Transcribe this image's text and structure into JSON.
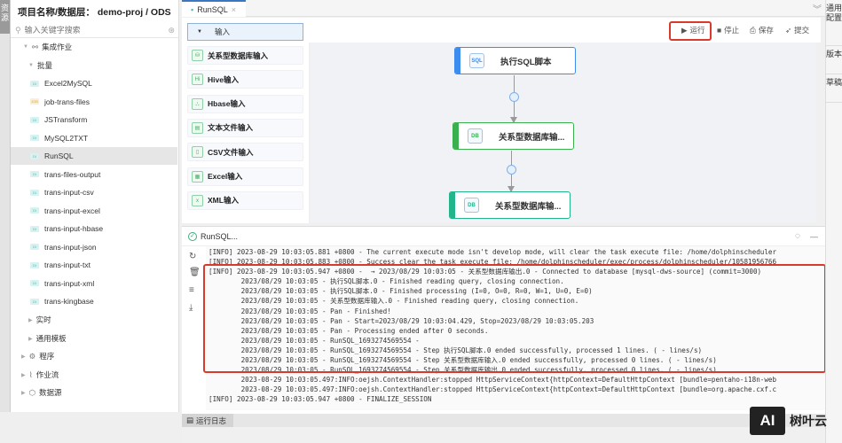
{
  "left_rail": {
    "label": "资源"
  },
  "sidebar": {
    "title": "项目名称/数据层： demo-proj / ODS",
    "search_placeholder": "输入关键字搜索",
    "groups": {
      "integration": "集成作业",
      "batch": "批量",
      "realtime": "实时",
      "templates": "通用模板",
      "program": "程序",
      "workflow": "作业流",
      "datasource": "数据源"
    },
    "items": [
      {
        "label": "Excel2MySQL",
        "type": "DI"
      },
      {
        "label": "job-trans-files",
        "type": "JOB"
      },
      {
        "label": "JSTransform",
        "type": "DI"
      },
      {
        "label": "MySQL2TXT",
        "type": "DI"
      },
      {
        "label": "RunSQL",
        "type": "DI",
        "selected": true
      },
      {
        "label": "trans-files-output",
        "type": "DI"
      },
      {
        "label": "trans-input-csv",
        "type": "DI"
      },
      {
        "label": "trans-input-excel",
        "type": "DI"
      },
      {
        "label": "trans-input-hbase",
        "type": "DI"
      },
      {
        "label": "trans-input-json",
        "type": "DI"
      },
      {
        "label": "trans-input-txt",
        "type": "DI"
      },
      {
        "label": "trans-input-xml",
        "type": "DI"
      },
      {
        "label": "trans-kingbase",
        "type": "DI"
      }
    ]
  },
  "tabs": [
    {
      "label": "RunSQL",
      "closable": true
    }
  ],
  "toolbar": {
    "run": "运行",
    "stop": "停止",
    "save": "保存",
    "submit": "提交",
    "highlight_color": "#d93a2b"
  },
  "palette": {
    "header": "输入",
    "items": [
      {
        "label": "关系型数据库输入",
        "icon": "database-icon"
      },
      {
        "label": "Hive输入",
        "icon": "hive-icon"
      },
      {
        "label": "Hbase输入",
        "icon": "hbase-icon"
      },
      {
        "label": "文本文件输入",
        "icon": "text-file-icon"
      },
      {
        "label": "CSV文件输入",
        "icon": "csv-file-icon"
      },
      {
        "label": "Excel输入",
        "icon": "excel-icon"
      },
      {
        "label": "XML输入",
        "icon": "xml-icon"
      }
    ]
  },
  "canvas": {
    "nodes": [
      {
        "label": "执行SQL脚本",
        "color": "#3d8df0",
        "icon": "SQL"
      },
      {
        "label": "关系型数据库输...",
        "color": "#3bb04f",
        "icon": "DB"
      },
      {
        "label": "关系型数据库输...",
        "color": "#22b48a",
        "icon": "DB"
      }
    ]
  },
  "log_panel": {
    "title": "RunSQL...",
    "footer_tab": "运行日志",
    "lines": [
      "[INFO] 2023-08-29 10:03:05.881 +0800 - The current execute mode isn't develop mode, will clear the task execute file: /home/dolphinscheduler",
      "[INFO] 2023-08-29 10:03:05.883 +0800 - Success clear the task execute file: /home/dolphinscheduler/exec/process/dolphinscheduler/10581956766",
      "[INFO] 2023-08-29 10:03:05.947 +0800 -  → 2023/08/29 10:03:05 - 关系型数据库输出.0 - Connected to database [mysql-dws-source] (commit=3000)",
      "        2023/08/29 10:03:05 - 执行SQL脚本.0 - Finished reading query, closing connection.",
      "        2023/08/29 10:03:05 - 执行SQL脚本.0 - Finished processing (I=0, O=0, R=0, W=1, U=0, E=0)",
      "        2023/08/29 10:03:05 - 关系型数据库输入.0 - Finished reading query, closing connection.",
      "        2023/08/29 10:03:05 - Pan - Finished!",
      "        2023/08/29 10:03:05 - Pan - Start=2023/08/29 10:03:04.429, Stop=2023/08/29 10:03:05.203",
      "        2023/08/29 10:03:05 - Pan - Processing ended after 0 seconds.",
      "        2023/08/29 10:03:05 - RunSQL_1693274569554 -",
      "        2023/08/29 10:03:05 - RunSQL_1693274569554 - Step 执行SQL脚本.0 ended successfully, processed 1 lines. ( - lines/s)",
      "        2023/08/29 10:03:05 - RunSQL_1693274569554 - Step 关系型数据库输入.0 ended successfully, processed 0 lines. ( - lines/s)",
      "        2023/08/29 10:03:05 - RunSQL_1693274569554 - Step 关系型数据库输出.0 ended successfully, processed 0 lines. ( - lines/s)",
      "        2023-08-29 10:03:05.497:INFO:oejsh.ContextHandler:stopped HttpServiceContext{httpContext=DefaultHttpContext [bundle=pentaho-i18n-web",
      "        2023-08-29 10:03:05.497:INFO:oejsh.ContextHandler:stopped HttpServiceContext{httpContext=DefaultHttpContext [bundle=org.apache.cxf.c",
      "[INFO] 2023-08-29 10:03:05.947 +0800 - FINALIZE_SESSION"
    ]
  },
  "right_rail": {
    "config": "通用配置",
    "version": "版本",
    "draft": "草稿"
  },
  "watermark": {
    "logo": "AI",
    "text": "树叶云"
  }
}
